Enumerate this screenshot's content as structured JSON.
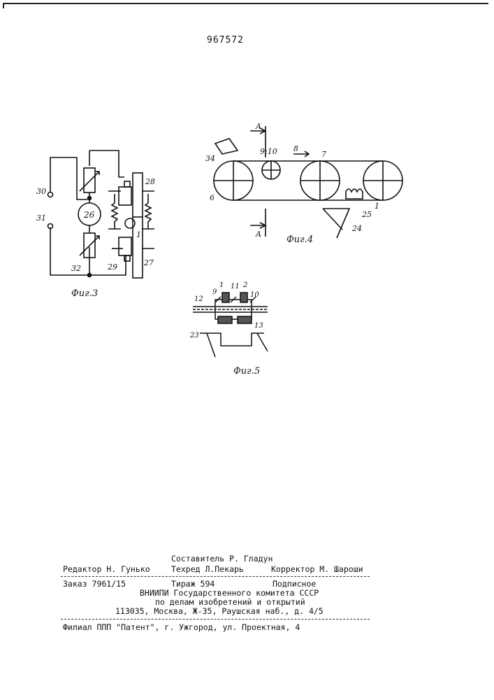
{
  "patent_number": "967572",
  "figures": {
    "fig3": {
      "caption": "Фиг.3",
      "labels": {
        "l30": "30",
        "l31": "31",
        "l26": "26",
        "l32": "32",
        "l28": "28",
        "l29": "29",
        "l27": "27",
        "l1": "1"
      }
    },
    "fig4": {
      "caption": "Фиг.4",
      "labels": {
        "a_top": "A",
        "a_bottom": "A",
        "l34": "34",
        "l910": "9;10",
        "l8": "8",
        "l7": "7",
        "l6": "6",
        "l25": "25",
        "l1": "1",
        "l24": "24"
      }
    },
    "fig5": {
      "caption": "Фиг.5",
      "labels": {
        "l1": "1",
        "l11": "11",
        "l2": "2",
        "l9": "9",
        "l10": "10",
        "l12": "12",
        "l13": "13",
        "l23": "23"
      }
    }
  },
  "imprint": {
    "compiler": "Составитель Р. Гладун",
    "editor": "Редактор Н. Гунько",
    "techred": "Техред Л.Пекарь",
    "corrector": "Корректор М. Шароши",
    "order": "Заказ 7961/15",
    "circulation": "Тираж 594",
    "subscription": "Подписное",
    "org_line1": "ВНИИПИ Государственного комитета СССР",
    "org_line2": "по делам изобретений и открытий",
    "address": "113035, Москва, Ж-35, Раушская наб., д. 4/5",
    "branch": "Филиал ППП \"Патент\", г. Ужгород, ул. Проектная, 4"
  }
}
